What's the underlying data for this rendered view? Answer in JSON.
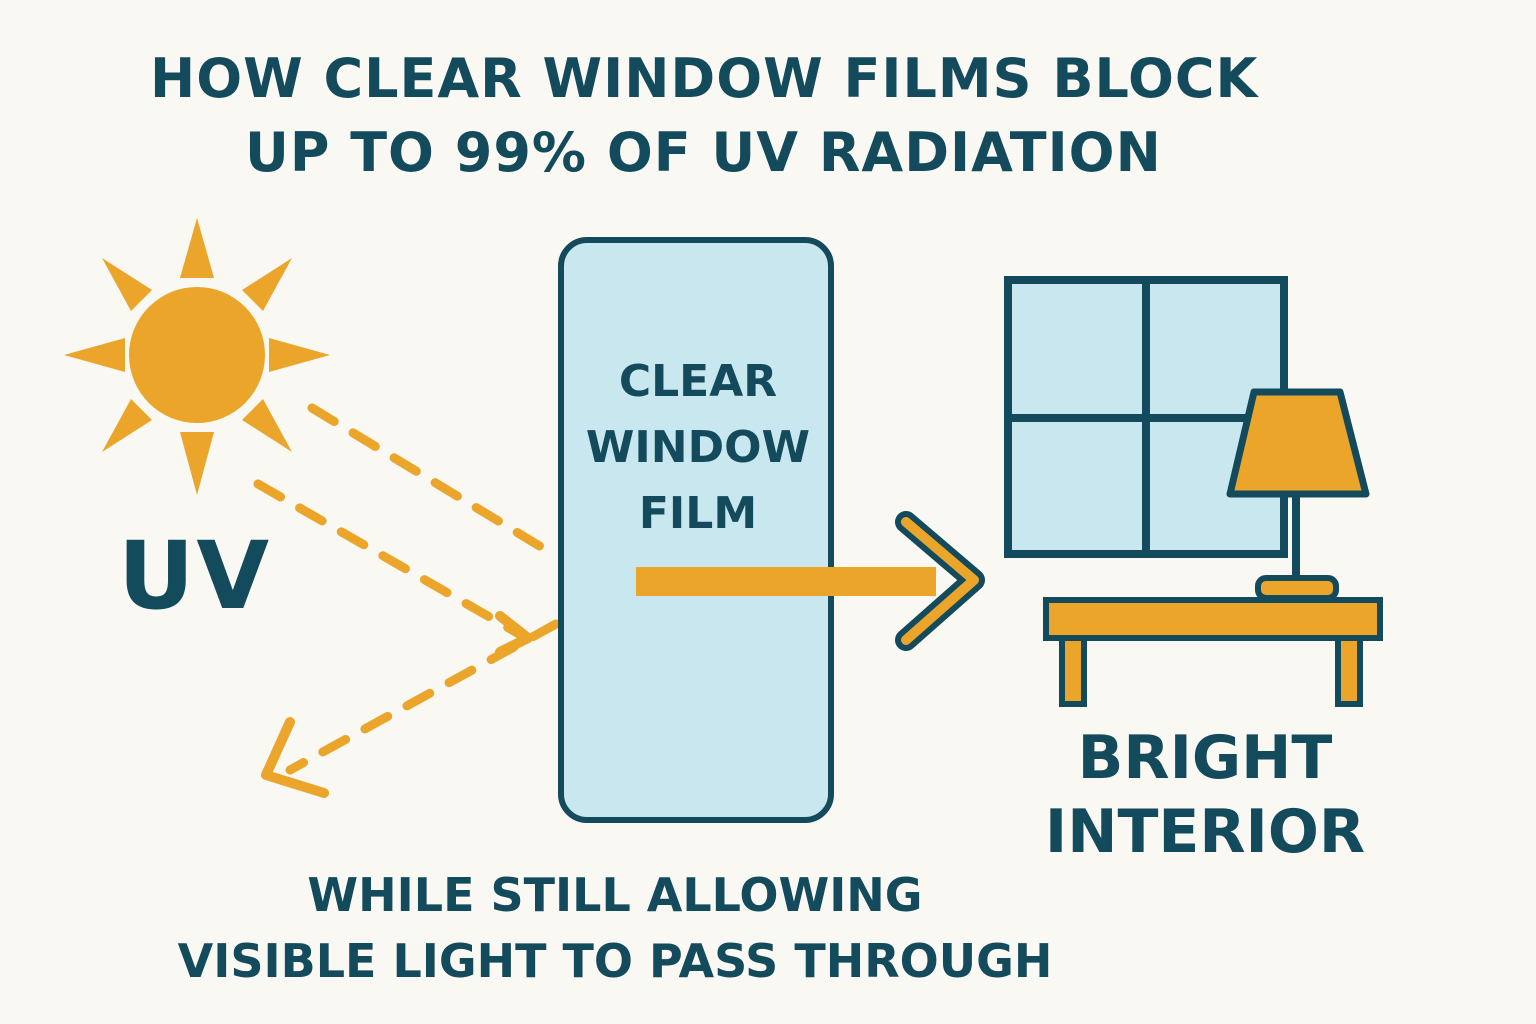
{
  "title": {
    "line1": "HOW CLEAR WINDOW FILMS BLOCK",
    "line2": "UP TO 99% OF UV RADIATION"
  },
  "sun": {
    "label": "UV",
    "icon": "sun-icon"
  },
  "film": {
    "line1": "CLEAR",
    "line2": "WINDOW",
    "line3": "FILM"
  },
  "interior": {
    "line1": "BRIGHT",
    "line2": "INTERIOR"
  },
  "caption": {
    "line1": "WHILE STILL ALLOWING",
    "line2": "VISIBLE LIGHT TO PASS THROUGH"
  },
  "colors": {
    "background": "#faf8f3",
    "navy": "#134a5c",
    "orange": "#eba52b",
    "film_fill": "#c9e7ee"
  },
  "icons": [
    "sun-icon",
    "uv-ray-arrow-icon",
    "visible-light-arrow-icon",
    "window-icon",
    "lamp-icon",
    "table-icon"
  ]
}
